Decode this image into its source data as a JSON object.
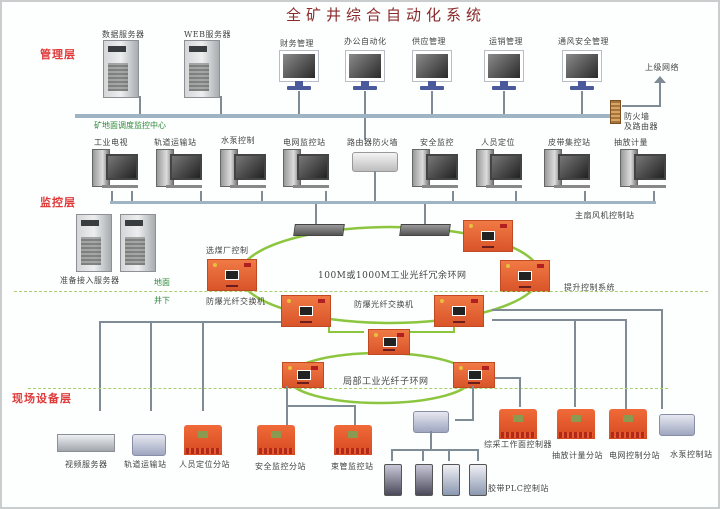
{
  "title": "全矿井综合自动化系统",
  "layers": {
    "management": "管理层",
    "monitoring": "监控层",
    "field": "现场设备层"
  },
  "management": {
    "servers": [
      "数据服务器",
      "WEB服务器"
    ],
    "terminals": [
      "财务管理",
      "办公自动化",
      "供应管理",
      "运销管理",
      "通风安全管理"
    ],
    "bus_label": "矿地面调度监控中心",
    "firewall": "防火墙\n及路由器",
    "firewall_line1": "防火墙",
    "firewall_line2": "及路由器",
    "upper_network": "上级网络"
  },
  "monitoring": {
    "workstations": [
      "工业电视",
      "轨道运输站",
      "水泵控制",
      "电网监控站",
      "路由器防火墙",
      "安全监控",
      "人员定位",
      "皮带集控站",
      "抽放计量"
    ],
    "main_fan": "主扇风机控制站",
    "standby_servers": "准备接入服务器",
    "coal_plant": "选煤厂控制",
    "hoist": "提升控制系统",
    "ring_label": "100M或1000M工业光纤冗余环网"
  },
  "boundary": {
    "surface": "地面",
    "underground": "井下"
  },
  "underground": {
    "switch_left": "防爆光纤交换机",
    "switch_center": "防爆光纤交换机",
    "sub_ring": "局部工业光纤子环网"
  },
  "field_devices": {
    "left": [
      "视频服务器",
      "轨道运输站",
      "人员定位分站",
      "安全监控分站",
      "束管监控站"
    ],
    "plc": "胶带PLC控制站",
    "right": [
      "综采工作面控制器",
      "抽放计量分站",
      "电网控制分站",
      "水泵控制站"
    ]
  },
  "colors": {
    "layer_label": "#e03a3a",
    "fiber_ring": "#8cc63f",
    "bus": "#9fb4c2",
    "switch_orange": "#e8643a"
  }
}
